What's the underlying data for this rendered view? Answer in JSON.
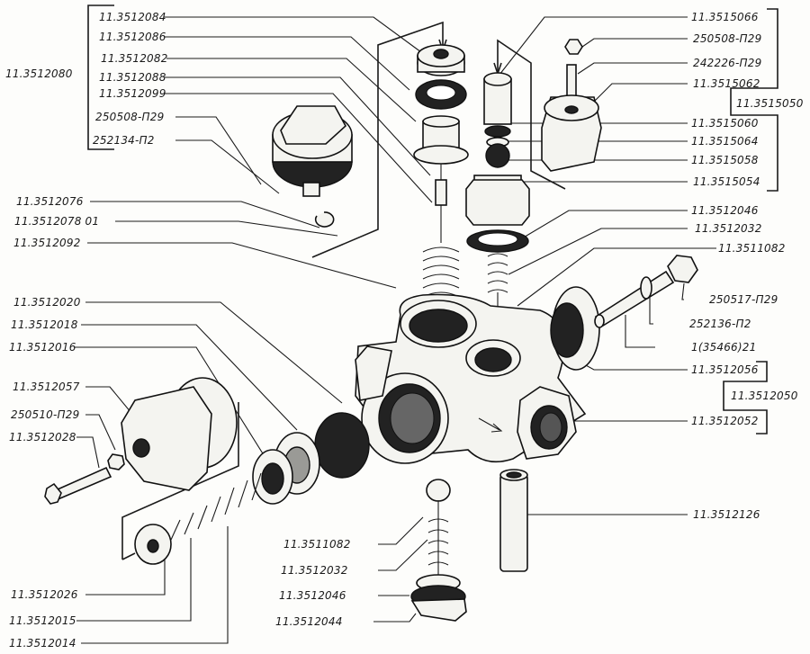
{
  "diagram": {
    "title": "Exploded view — valve assembly",
    "group_labels": {
      "left_top": "11.3512080",
      "right_top": "11.3515050",
      "right_mid": "11.3512050"
    },
    "labels": {
      "p1": "11.3512084",
      "p2": "11.3512086",
      "p3": "11.3512082",
      "p4": "11.3512088",
      "p5": "11.3512099",
      "p6": "250508-П29",
      "p7": "252134-П2",
      "p8": "11.3512076",
      "p9": "11.3512078 01",
      "p10": "11.3512092",
      "p11": "11.3512020",
      "p12": "11.3512018",
      "p13": "11.3512016",
      "p14": "11.3512057",
      "p15": "250510-П29",
      "p16": "11.3512028",
      "p17": "11.3512026",
      "p18": "11.3512015",
      "p19": "11.3512014",
      "r1": "11.3515066",
      "r2": "250508-П29",
      "r3": "242226-П29",
      "r4": "11.3515062",
      "r5": "11.3515060",
      "r6": "11.3515064",
      "r7": "11.3515058",
      "r8": "11.3515054",
      "r9": "11.3512046",
      "r10": "11.3512032",
      "r11": "11.3511082",
      "r12": "250517-П29",
      "r13": "252136-П2",
      "r14": "1(35466)21",
      "r15": "11.3512056",
      "r16": "11.3512052",
      "r17": "11.3512126",
      "b1": "11.3511082",
      "b2": "11.3512032",
      "b3": "11.3512046",
      "b4": "11.3512044"
    }
  }
}
